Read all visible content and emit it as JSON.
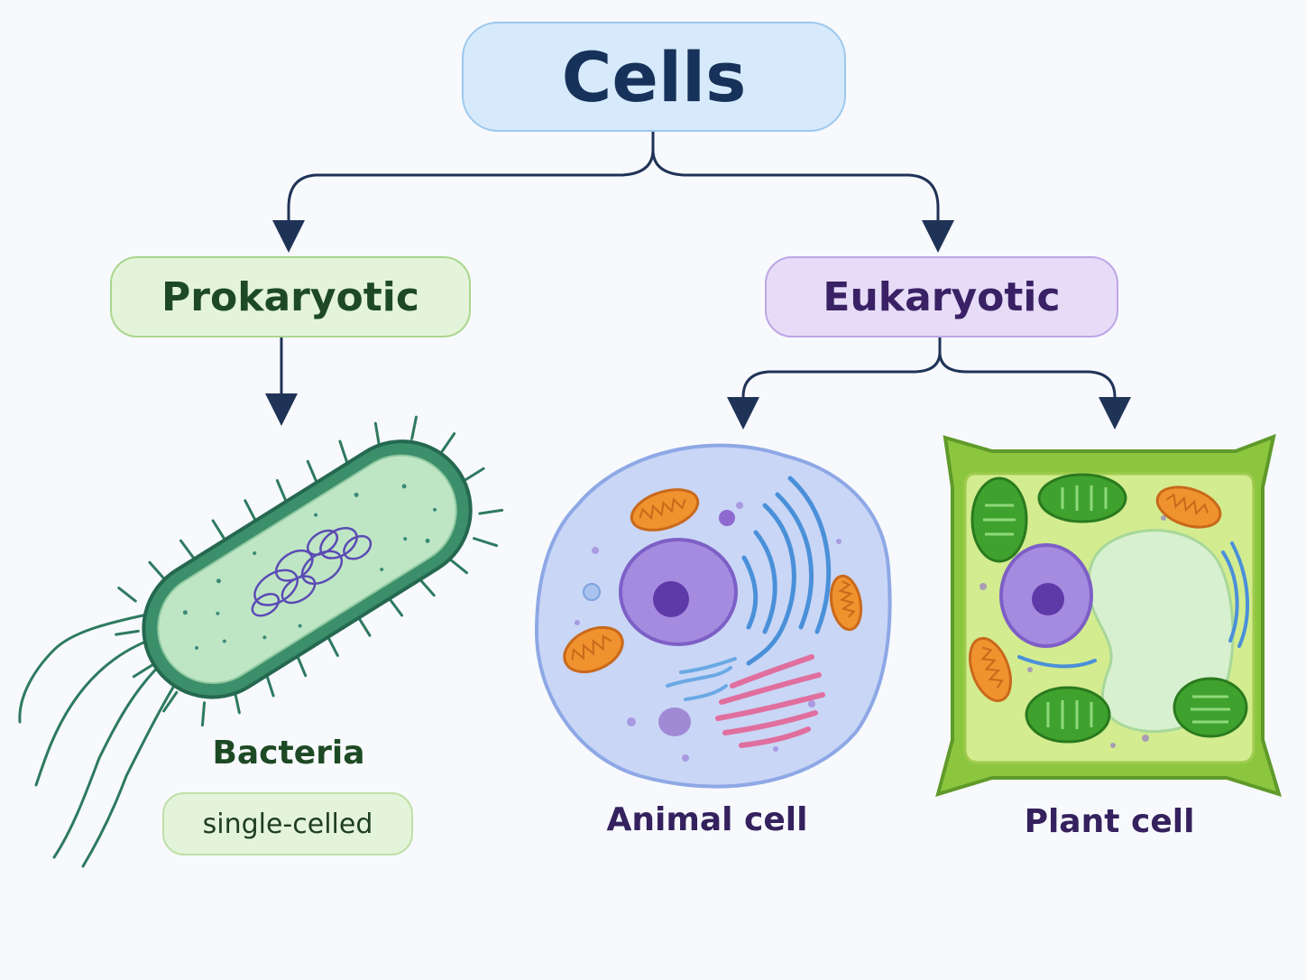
{
  "diagram": {
    "root": {
      "label": "Cells"
    },
    "branches": {
      "prokaryotic": {
        "label": "Prokaryotic",
        "example": "Bacteria",
        "tag": "single-celled"
      },
      "eukaryotic": {
        "label": "Eukaryotic",
        "children": [
          {
            "label": "Animal cell"
          },
          {
            "label": "Plant cell"
          }
        ]
      }
    }
  },
  "colors": {
    "connector": "#1f3357",
    "root_fill": "#d6eafb",
    "prokaryotic_fill": "#e4f4da",
    "eukaryotic_fill": "#e6dcf7",
    "bacteria_body": "#2e7a5f",
    "animal_cytoplasm": "#c9d6f6",
    "plant_wall": "#8cc63f",
    "nucleus": "#8e6ad0",
    "mitochondria": "#f0922e",
    "chloroplast": "#3fa22e"
  },
  "icons": [
    "bacteria-illustration",
    "animal-cell-illustration",
    "plant-cell-illustration"
  ]
}
